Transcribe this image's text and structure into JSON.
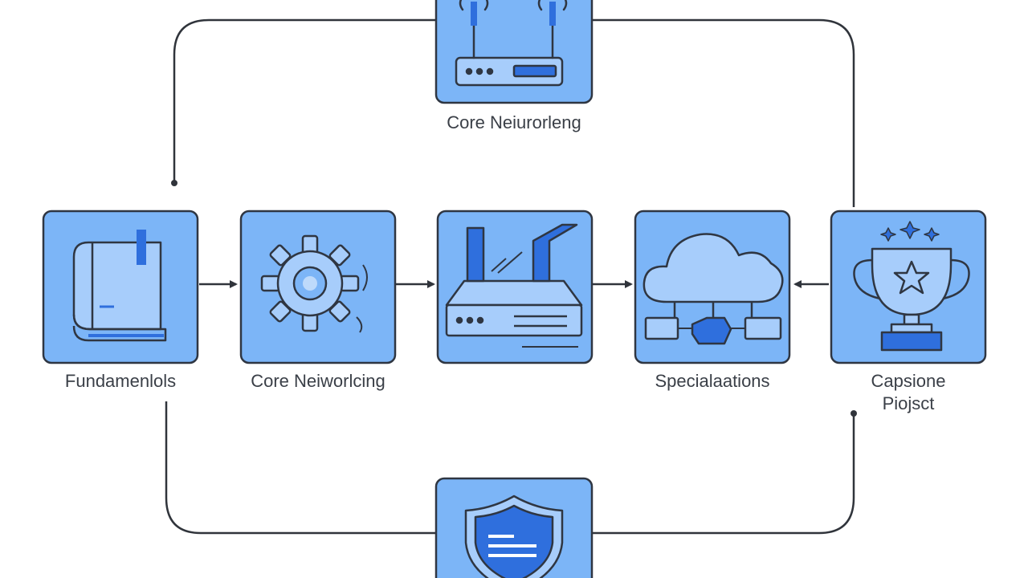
{
  "colors": {
    "tile_fill": "#7cb5f7",
    "tile_stroke": "#2f3642",
    "accent": "#2f6fdd",
    "accent_dark": "#1e4fae",
    "line": "#30343b",
    "text": "#3a3f47"
  },
  "nodes": [
    {
      "id": "top",
      "icon": "router-icon",
      "label": "Core Neiurorleng"
    },
    {
      "id": "fundamentals",
      "icon": "book-icon",
      "label": "Fundamenlols"
    },
    {
      "id": "core",
      "icon": "gear-icon",
      "label": "Core Neiworlcing"
    },
    {
      "id": "middle",
      "icon": "network-device-icon",
      "label": ""
    },
    {
      "id": "specializations",
      "icon": "cloud-network-icon",
      "label": "Specialaations"
    },
    {
      "id": "capstone",
      "icon": "trophy-icon",
      "label": "Capsione Piojsct"
    },
    {
      "id": "bottom",
      "icon": "shield-icon",
      "label": ""
    }
  ],
  "edges": [
    {
      "from": "fundamentals",
      "to": "core",
      "type": "arrow"
    },
    {
      "from": "core",
      "to": "middle",
      "type": "arrow"
    },
    {
      "from": "middle",
      "to": "specializations",
      "type": "arrow"
    },
    {
      "from": "capstone",
      "to": "specializations",
      "type": "arrow"
    },
    {
      "from": "fundamentals",
      "to": "capstone",
      "type": "loop-top"
    },
    {
      "from": "fundamentals",
      "to": "capstone",
      "type": "loop-bottom"
    }
  ]
}
